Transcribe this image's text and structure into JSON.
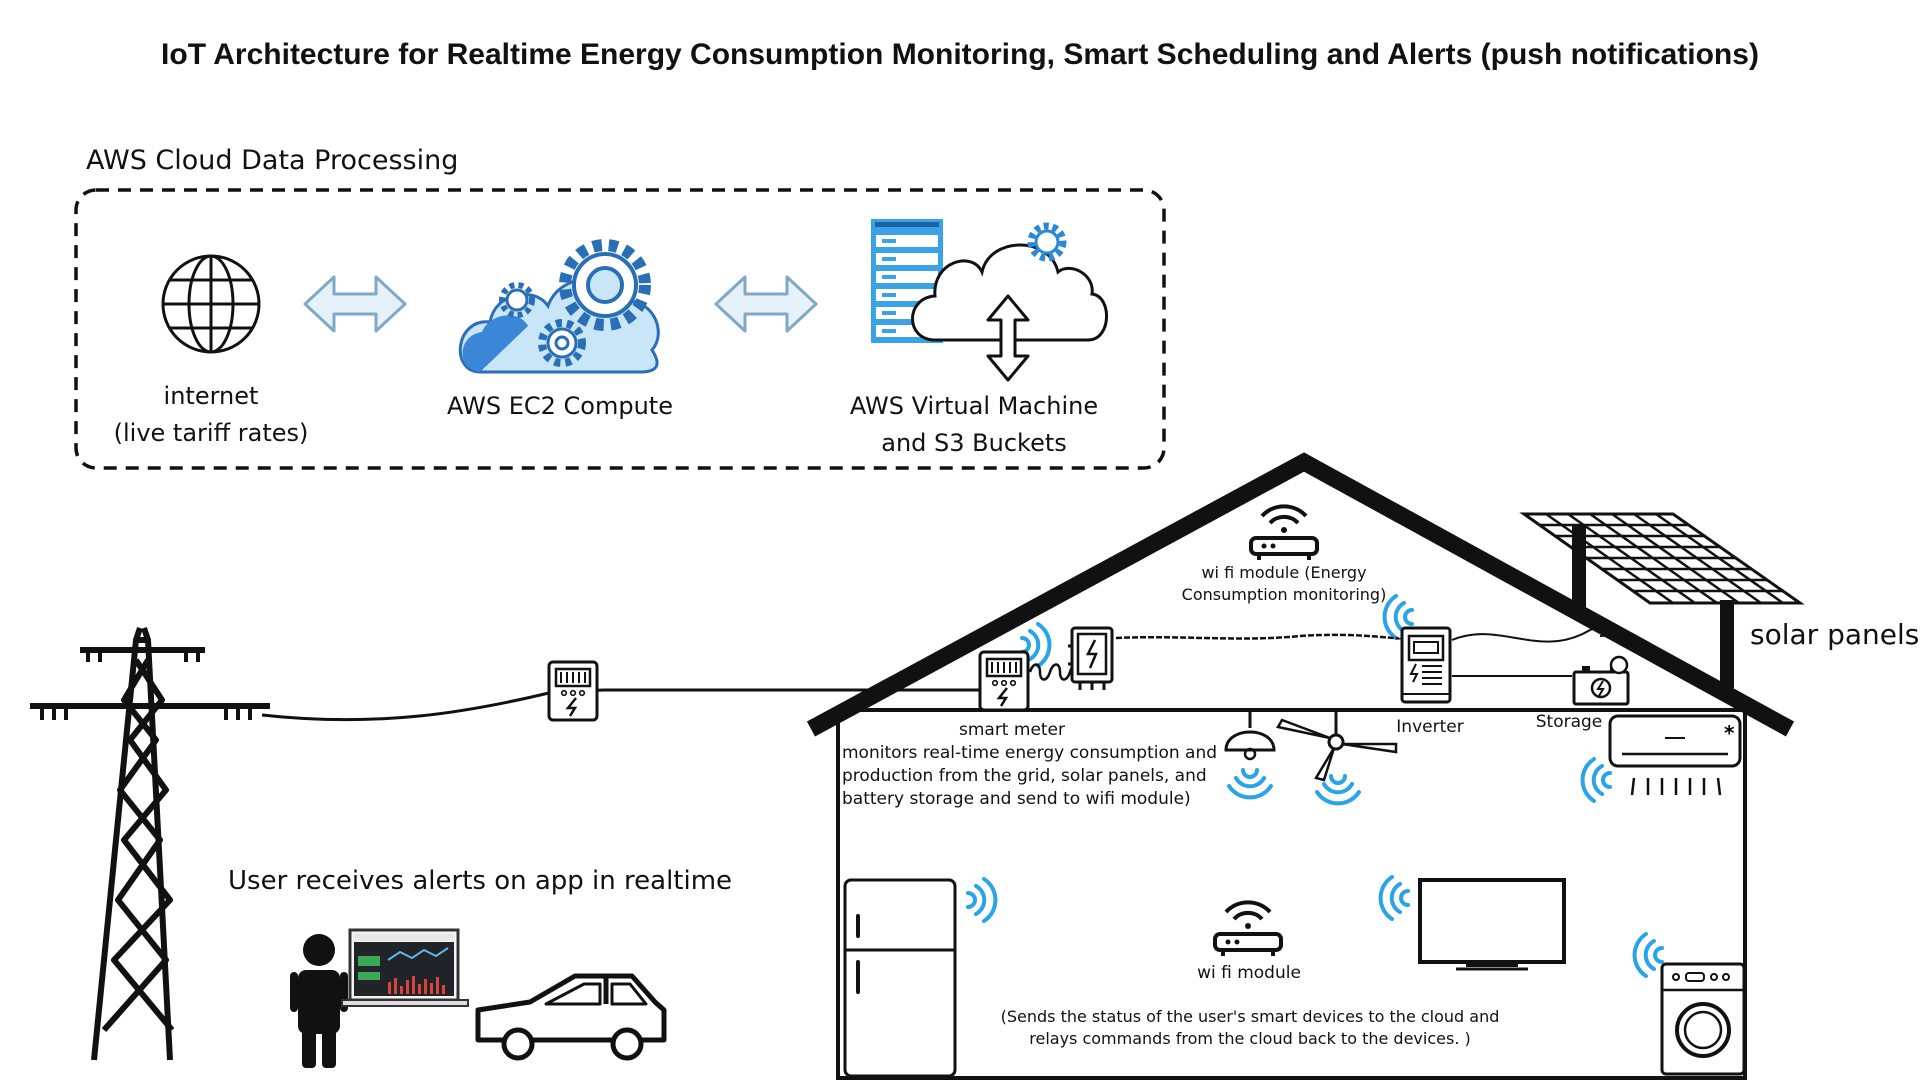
{
  "title": "IoT Architecture for Realtime Energy Consumption Monitoring, Smart Scheduling and Alerts (push notifications)",
  "cloud": {
    "heading": "AWS Cloud Data Processing",
    "internet_line1": "internet",
    "internet_line2": "(live tariff rates)",
    "ec2": "AWS EC2 Compute",
    "vm_line1": "AWS Virtual Machine",
    "vm_line2": "and S3 Buckets"
  },
  "house": {
    "wifi_top_line1": "wi fi module (Energy",
    "wifi_top_line2": "Consumption monitoring)",
    "smart_meter_title": "smart meter",
    "smart_meter_line1": "monitors real-time energy consumption and",
    "smart_meter_line2": "production from the grid, solar panels, and",
    "smart_meter_line3": "battery storage  and send to wifi module)",
    "inverter": "Inverter",
    "storage": "Storage",
    "wifi_bottom": "wi fi module",
    "wifi_desc_line1": "(Sends the status of the user's smart devices to the cloud and",
    "wifi_desc_line2": "relays commands from the cloud back to the devices. )"
  },
  "solar_panels": "solar panels",
  "user_alert": "User receives alerts on app in realtime",
  "colors": {
    "wifi_blue": "#2aa3e8",
    "cloud_fill": "#c8e6f7",
    "cloud_dark": "#3b86d6",
    "arrow_fill": "#e6f2fa",
    "arrow_stroke": "#7fa9c6",
    "server_blue": "#3aa2e6",
    "line": "#111111"
  }
}
